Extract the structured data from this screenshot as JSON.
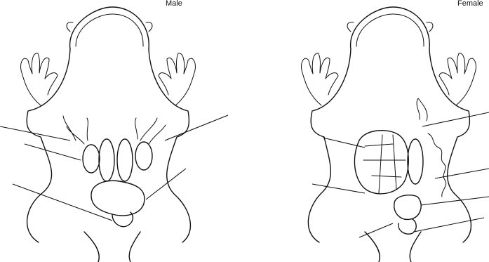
{
  "figure": {
    "panels": [
      {
        "id": "male",
        "title": "Male"
      },
      {
        "id": "female",
        "title": "Female"
      }
    ],
    "colors": {
      "ink": "#111111",
      "background": "#ffffff"
    }
  }
}
